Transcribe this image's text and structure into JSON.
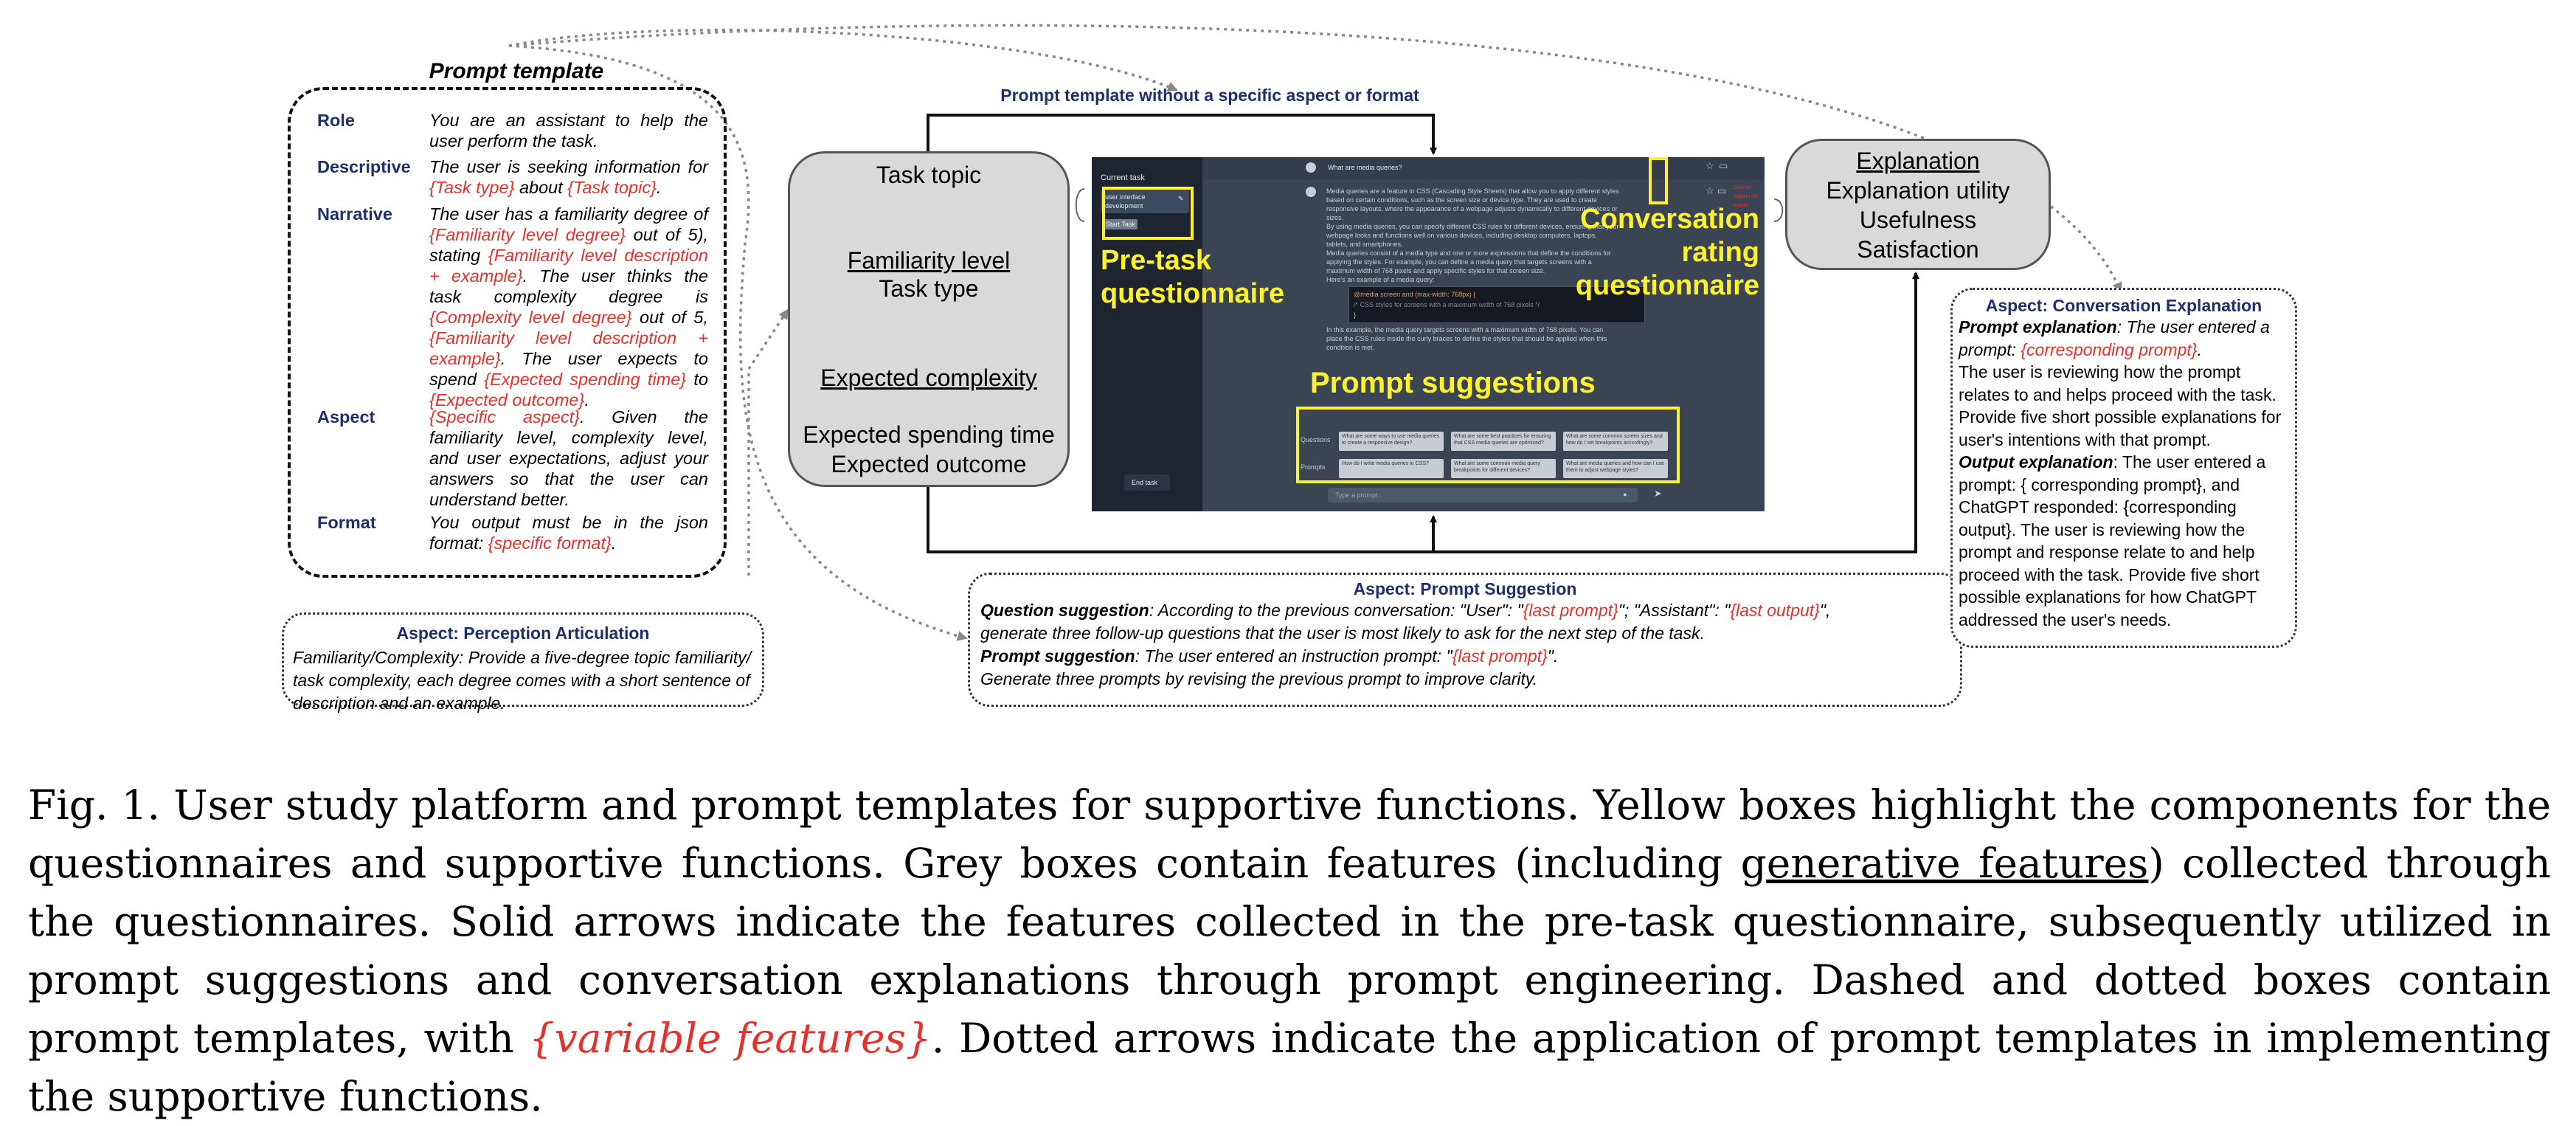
{
  "prompt_template": {
    "title": "Prompt template",
    "rows": [
      {
        "key": "Role",
        "parts": [
          {
            "t": "You are an assistant to help the user perform the task.",
            "c": ""
          }
        ]
      },
      {
        "key": "Descriptive",
        "parts": [
          {
            "t": "The user is seeking information for ",
            "c": ""
          },
          {
            "t": "{Task type}",
            "c": "red"
          },
          {
            "t": " about ",
            "c": ""
          },
          {
            "t": "{Task topic}",
            "c": "red"
          },
          {
            "t": ".",
            "c": ""
          }
        ]
      },
      {
        "key": "Narrative",
        "parts": [
          {
            "t": "The user has a familiarity degree of ",
            "c": ""
          },
          {
            "t": "{Familiarity level degree}",
            "c": "red"
          },
          {
            "t": " out of 5), stating ",
            "c": ""
          },
          {
            "t": "{Familiarity level description + example}",
            "c": "red"
          },
          {
            "t": ". The user thinks the task complexity degree is ",
            "c": ""
          },
          {
            "t": "{Complexity level degree}",
            "c": "red"
          },
          {
            "t": " out of 5, ",
            "c": ""
          },
          {
            "t": "{Familiarity level description + example}",
            "c": "red"
          },
          {
            "t": ". The user expects to spend ",
            "c": ""
          },
          {
            "t": "{Expected spending time}",
            "c": "red"
          },
          {
            "t": " to ",
            "c": ""
          },
          {
            "t": "{Expected outcome}",
            "c": "red"
          },
          {
            "t": ".",
            "c": ""
          }
        ]
      },
      {
        "key": "Aspect",
        "parts": [
          {
            "t": "{Specific aspect}",
            "c": "red"
          },
          {
            "t": ". Given the familiarity level, complexity level, and user expectations, adjust your answers so that the user can understand better.",
            "c": ""
          }
        ]
      },
      {
        "key": "Format",
        "parts": [
          {
            "t": "You output must be in the json format: ",
            "c": ""
          },
          {
            "t": "{specific format}",
            "c": "red"
          },
          {
            "t": ".",
            "c": ""
          }
        ]
      }
    ]
  },
  "perception": {
    "title": "Aspect: Perception Articulation",
    "body": "Familiarity/Complexity: Provide a five-degree topic familiarity/ task complexity, each degree comes with a short sentence of description and an example."
  },
  "top_arrow_label": "Prompt template without a specific aspect or format",
  "pretask_features": {
    "task_topic": "Task topic",
    "familiarity": "Familiarity level",
    "task_type": "Task type",
    "complexity": "Expected complexity",
    "time": "Expected spending time",
    "outcome": "Expected outcome"
  },
  "rating_features": {
    "explanation": "Explanation",
    "utility": "Explanation utility",
    "usefulness": "Usefulness",
    "satisfaction": "Satisfaction"
  },
  "chat": {
    "current_task": "Current task",
    "task_name": "user interface development",
    "start_task": "Start Task",
    "end_task": "End task",
    "user_question": "What are media queries?",
    "answer_lines": [
      "Media queries are a feature in CSS (Cascading Style Sheets) that allow you to apply different styles",
      "based on certain conditions, such as the screen size or device type. They are used to create",
      "responsive layouts, where the appearance of a webpage adjusts dynamically to different devices or",
      "sizes.",
      "By using media queries, you can specify different CSS rules for different devices, ensuring that your",
      "webpage looks and functions well on various devices, including desktop computers, laptops,",
      "tablets, and smartphones.",
      "Media queries consist of a media type and one or more expressions that define the conditions for",
      "applying the styles. For example, you can define a media query that targets screens with a",
      "maximum width of 768 pixels and apply specific styles for that screen size.",
      "Here's an example of a media query:"
    ],
    "code_line1": "@media screen and (max-width: 768px) {",
    "code_line2": "  /* CSS styles for screens with a maximum width of 768 pixels */",
    "code_line3": "}",
    "after_lines": [
      "In this example, the media query targets screens with a maximum width of 768 pixels. You can",
      "place the CSS rules inside the curly braces to define the styles that should be applied when this",
      "condition is met."
    ],
    "questions_label": "Questions",
    "prompts_label": "Prompts",
    "sugg_q1": "What are some ways to use media queries to create a responsive design?",
    "sugg_q2": "What are some best practices for ensuring that CSS media queries are optimized?",
    "sugg_q3": "What are some common screen sizes and how do I set breakpoints accordingly?",
    "sugg_p1": "How do I write media queries in CSS?",
    "sugg_p2": "What are some common media query breakpoints for different devices?",
    "sugg_p3": "What are media queries and how can I use them to adjust webpage styles?",
    "input_placeholder": "Type a prompt...",
    "explain_hint": "Click to explain the output"
  },
  "overlays": {
    "pretask": "Pre-task questionnaire",
    "pretask_l1": "Pre-task",
    "pretask_l2": "questionnaire",
    "rating_l1": "Conversation",
    "rating_l2": "rating",
    "rating_l3": "questionnaire",
    "suggestions": "Prompt suggestions"
  },
  "prompt_suggestion": {
    "title": "Aspect: Prompt Suggestion",
    "q_key": "Question suggestion",
    "q_text1": ": According to the previous conversation: \"User\": \"",
    "q_var1": "{last prompt}",
    "q_text2": "\"; \"Assistant\": \"",
    "q_var2": "{last output}",
    "q_text3": "\",",
    "q_line2": "generate three follow-up questions that the user is most likely to ask for the next step of the task.",
    "p_key": "Prompt suggestion",
    "p_text1": ": The user entered an instruction prompt: \"",
    "p_var": "{last prompt}",
    "p_text2": "\".",
    "p_line2": "Generate three prompts by revising the previous prompt to improve clarity."
  },
  "conversation_explanation": {
    "title": "Aspect: Conversation Explanation",
    "pe_key": "Prompt explanation",
    "pe_text": ": The user entered a prompt: ",
    "pe_var": "{corresponding prompt}",
    "pe_tail": ".",
    "pe_body": "The user is reviewing how the prompt relates to and helps proceed with the task. Provide five short possible explanations for user's intentions with that prompt.",
    "oe_key": "Output explanation",
    "oe_text": ": The user entered a prompt: { corresponding prompt}, and ChatGPT responded: {corresponding output}. The user is reviewing how the prompt and response relate to and help proceed with the task. Provide five short possible explanations for how ChatGPT addressed the user's needs."
  },
  "caption": {
    "p1": "Fig. 1.  User study platform and prompt templates for supportive functions. Yellow boxes highlight the components for the questionnaires and supportive functions. Grey boxes contain features (including ",
    "gen": "generative features",
    "p2": ") collected through the questionnaires. Solid arrows indicate the features collected in the pre-task questionnaire, subsequently utilized in prompt suggestions and conversation explanations through prompt engineering. Dashed and dotted boxes contain prompt templates, with ",
    "var": "{variable features}",
    "p3": ". Dotted arrows indicate the application of prompt templates in implementing the supportive functions."
  },
  "colors": {
    "accent_yellow": "#fff22a",
    "variable_red": "#e4312b",
    "aspect_navy": "#1f2f6b",
    "feature_grey": "#d9d9d9",
    "chat_bg": "#3a4453"
  }
}
